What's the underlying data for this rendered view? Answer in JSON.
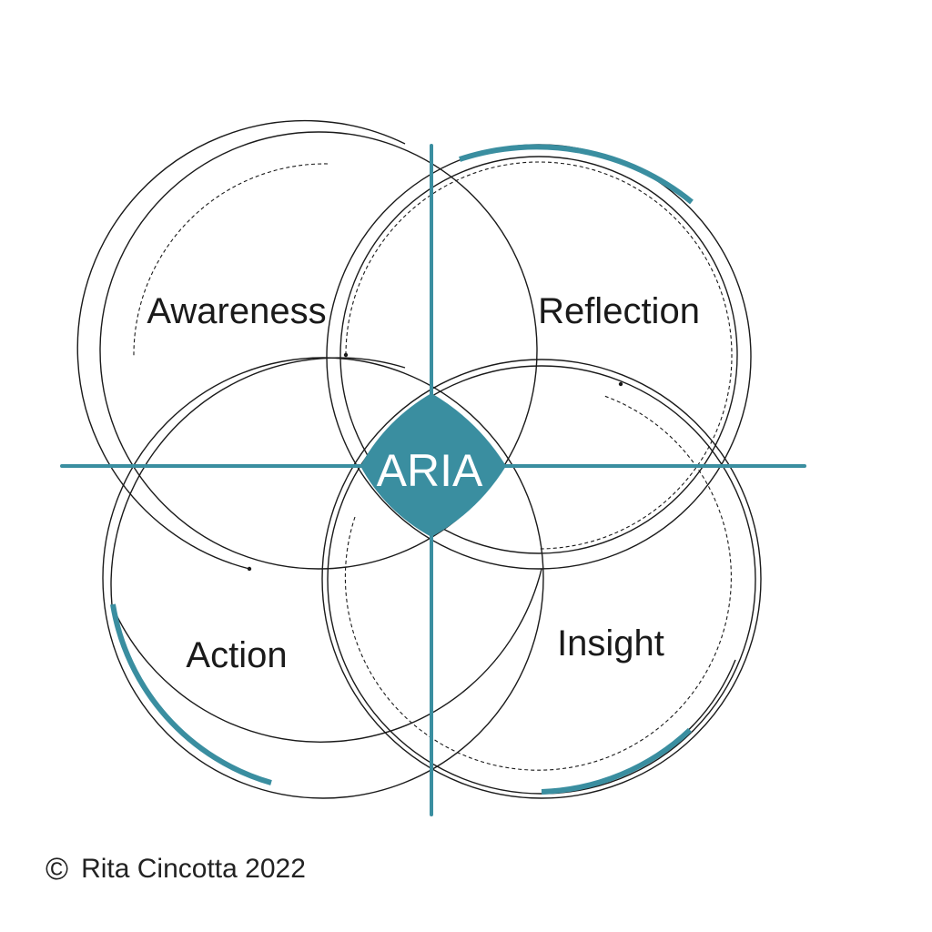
{
  "diagram": {
    "center_label": "ARIA",
    "labels": {
      "awareness": "Awareness",
      "reflection": "Reflection",
      "action": "Action",
      "insight": "Insight"
    }
  },
  "copyright": {
    "symbol": "©",
    "text": "Rita Cincotta 2022"
  },
  "colors": {
    "accent": "#3a8ea0",
    "line": "#1a1a1a",
    "background": "#ffffff"
  }
}
